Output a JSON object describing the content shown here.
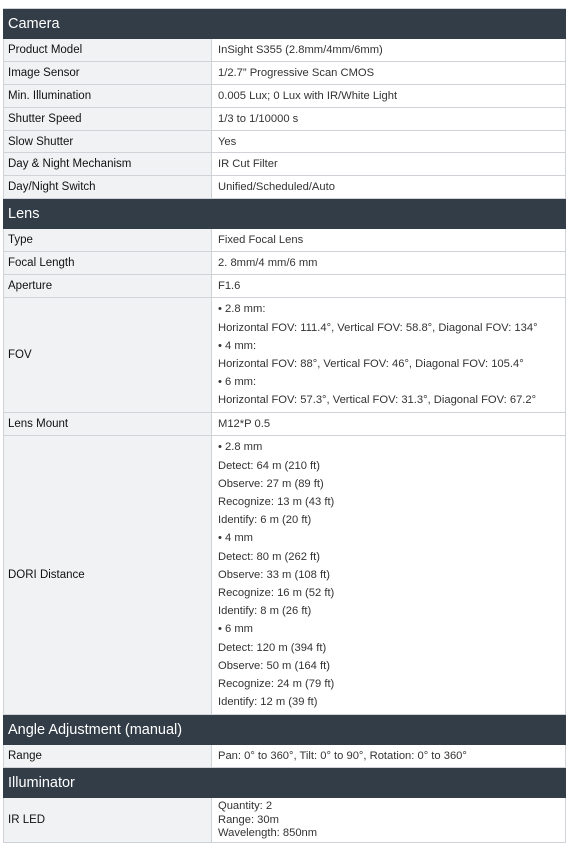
{
  "sections": [
    {
      "title": "Camera",
      "rows": [
        {
          "label": "Product Model",
          "lines": [
            "InSight S355 (2.8mm/4mm/6mm)"
          ]
        },
        {
          "label": "Image Sensor",
          "lines": [
            "1/2.7” Progressive Scan CMOS"
          ]
        },
        {
          "label": "Min. Illumination",
          "lines": [
            "0.005 Lux; 0 Lux with IR/White Light"
          ]
        },
        {
          "label": "Shutter Speed",
          "lines": [
            "1/3 to 1/10000 s"
          ]
        },
        {
          "label": "Slow Shutter",
          "lines": [
            "Yes"
          ]
        },
        {
          "label": "Day & Night Mechanism",
          "lines": [
            "IR Cut Filter"
          ]
        },
        {
          "label": "Day/Night Switch",
          "lines": [
            "Unified/Scheduled/Auto"
          ]
        }
      ]
    },
    {
      "title": "Lens",
      "rows": [
        {
          "label": "Type",
          "lines": [
            "Fixed Focal Lens"
          ]
        },
        {
          "label": "Focal Length",
          "lines": [
            "2. 8mm/4 mm/6 mm"
          ]
        },
        {
          "label": "Aperture",
          "lines": [
            "F1.6"
          ]
        },
        {
          "label": "FOV",
          "lines": [
            "• 2.8 mm:",
            "Horizontal FOV: 111.4°, Vertical FOV: 58.8°, Diagonal FOV: 134°",
            "• 4 mm:",
            "Horizontal FOV: 88°, Vertical FOV: 46°, Diagonal FOV: 105.4°",
            "• 6 mm:",
            "Horizontal FOV: 57.3°, Vertical FOV: 31.3°, Diagonal FOV: 67.2°"
          ]
        },
        {
          "label": "Lens Mount",
          "lines": [
            "M12*P 0.5"
          ]
        },
        {
          "label": "DORI Distance",
          "lines": [
            "• 2.8 mm",
            "Detect: 64 m (210 ft)",
            "Observe: 27 m (89 ft)",
            "Recognize: 13 m (43 ft)",
            "Identify: 6 m (20 ft)",
            "• 4 mm",
            "Detect: 80 m (262 ft)",
            "Observe: 33 m (108 ft)",
            "Recognize: 16 m (52 ft)",
            "Identify: 8 m (26 ft)",
            "• 6 mm",
            "Detect: 120 m (394 ft)",
            "Observe: 50 m (164 ft)",
            "Recognize: 24 m (79 ft)",
            "Identify: 12 m (39 ft)"
          ]
        }
      ]
    },
    {
      "title": "Angle Adjustment (manual)",
      "rows": [
        {
          "label": "Range",
          "lines": [
            "Pan: 0° to 360°, Tilt: 0° to 90°, Rotation: 0° to 360°"
          ]
        }
      ]
    },
    {
      "title": "Illuminator",
      "rows": [
        {
          "label": "IR LED",
          "lines": [
            "Quantity: 2",
            "Range: 30m",
            "Wavelength: 850nm"
          ]
        }
      ]
    }
  ]
}
